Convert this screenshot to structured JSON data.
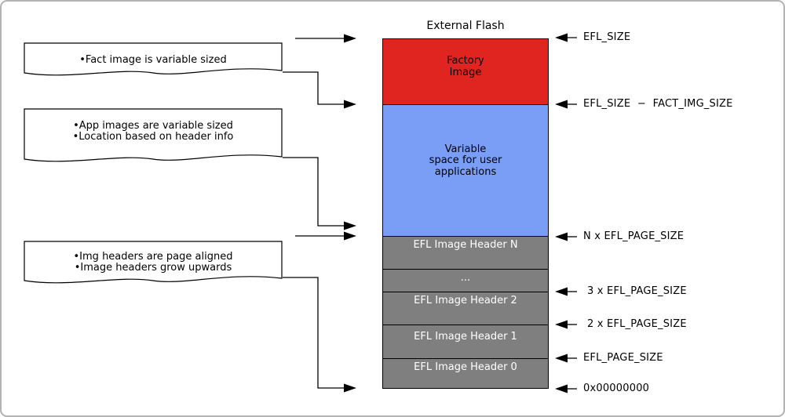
{
  "title": "External Flash",
  "colors": {
    "factory": "#e02521",
    "variable": "#7a9ef5",
    "header_gray": "#7f7f7f",
    "note_bg": "#ffffff",
    "line": "#000000"
  },
  "notes": [
    {
      "lines": [
        "•Fact image is variable sized"
      ]
    },
    {
      "lines": [
        "•App images are variable sized",
        "•Location based on header info"
      ]
    },
    {
      "lines": [
        "•Img headers are page aligned",
        "•Image headers grow upwards"
      ]
    }
  ],
  "memory_map": {
    "segments": [
      {
        "id": "factory-image",
        "lines": [
          "Factory",
          "Image"
        ]
      },
      {
        "id": "variable-space",
        "lines": [
          "Variable",
          "space for user",
          "applications"
        ]
      },
      {
        "id": "efl-image-header-n",
        "lines": [
          "EFL Image Header N"
        ]
      },
      {
        "id": "ellipsis",
        "lines": [
          "..."
        ]
      },
      {
        "id": "efl-image-header-2",
        "lines": [
          "EFL Image Header 2"
        ]
      },
      {
        "id": "efl-image-header-1",
        "lines": [
          "EFL Image Header 1"
        ]
      },
      {
        "id": "efl-image-header-0",
        "lines": [
          "EFL Image Header 0"
        ]
      }
    ]
  },
  "address_labels": [
    {
      "text": "EFL_SIZE"
    },
    {
      "text": "EFL_SIZE  −  FACT_IMG_SIZE"
    },
    {
      "text": "N x EFL_PAGE_SIZE"
    },
    {
      "text": "3 x EFL_PAGE_SIZE"
    },
    {
      "text": "2 x EFL_PAGE_SIZE"
    },
    {
      "text": "EFL_PAGE_SIZE"
    },
    {
      "text": "0x00000000"
    }
  ]
}
